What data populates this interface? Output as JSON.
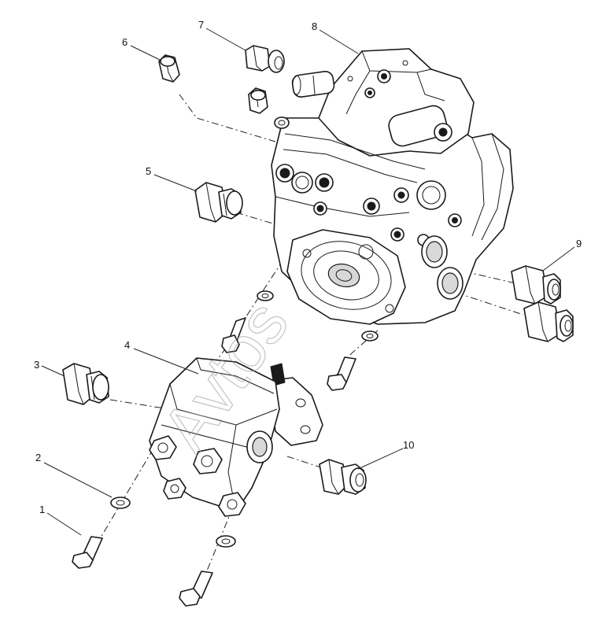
{
  "callouts": {
    "c1": "1",
    "c2": "2",
    "c3": "3",
    "c4": "4",
    "c5": "5",
    "c6": "6",
    "c7": "7",
    "c8": "8",
    "c9": "9",
    "c10": "10"
  },
  "watermark": "Avtos",
  "colors": {
    "line": "#1a1a1a",
    "background": "#ffffff"
  }
}
